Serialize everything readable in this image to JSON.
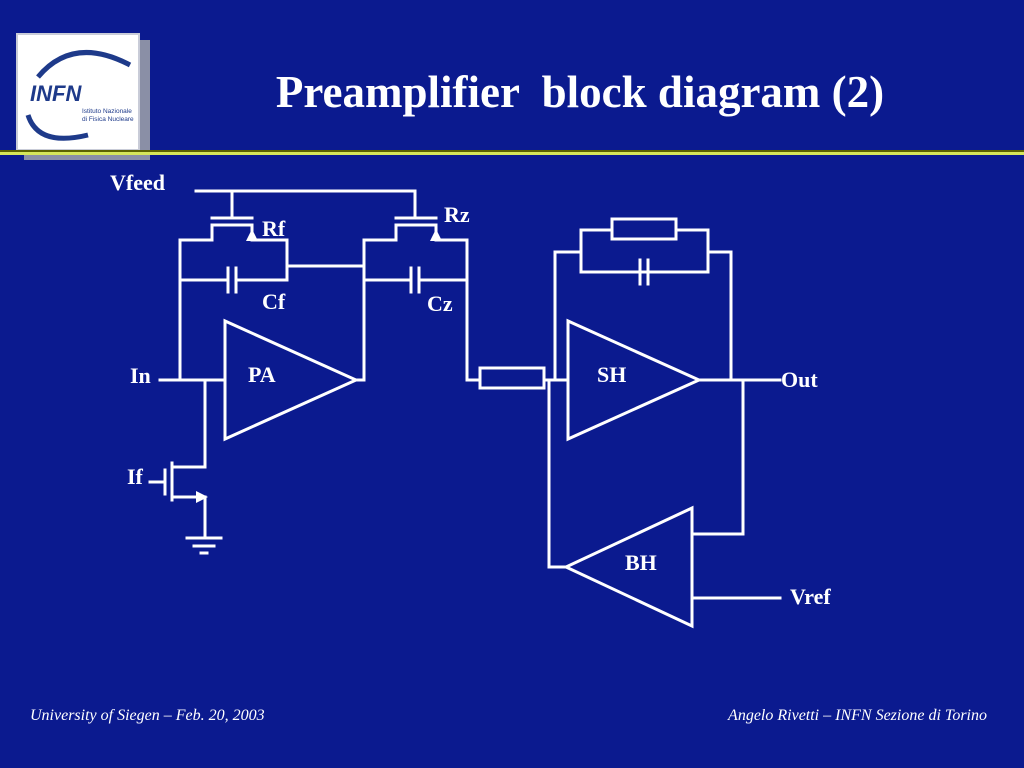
{
  "header": {
    "title": "Preamplifier  block diagram (2)",
    "logo": {
      "acronym": "INFN",
      "line1": "Istituto Nazionale",
      "line2": "di Fisica Nucleare"
    }
  },
  "diagram": {
    "labels": {
      "vfeed": "Vfeed",
      "rf": "Rf",
      "rz": "Rz",
      "cf": "Cf",
      "cz": "Cz",
      "in": "In",
      "pa": "PA",
      "sh": "SH",
      "out": "Out",
      "if": "If",
      "bh": "BH",
      "vref": "Vref"
    }
  },
  "footer": {
    "left": "University of Siegen – Feb. 20, 2003",
    "right": "Angelo Rivetti – INFN Sezione di Torino"
  },
  "colors": {
    "background": "#0b1a8f",
    "line": "#ffffff",
    "rule": "#d6e65a",
    "logo_blue": "#1e3a8a"
  }
}
